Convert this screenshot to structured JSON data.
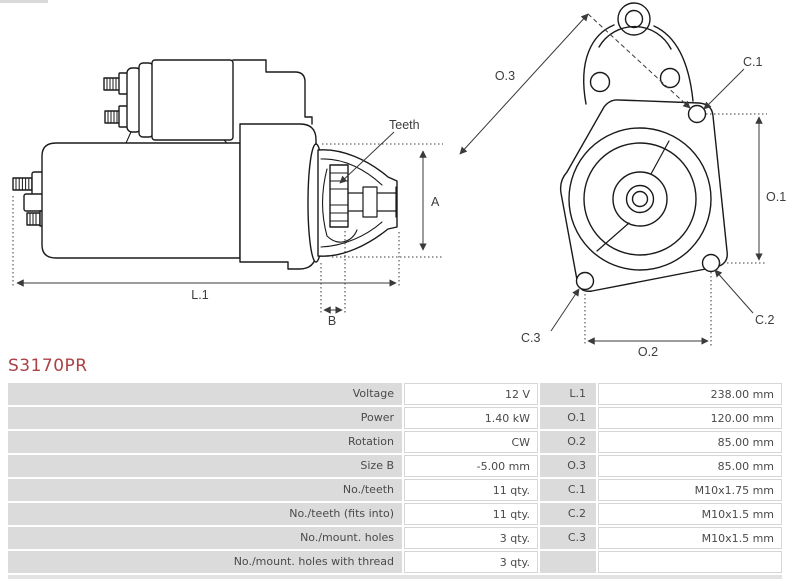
{
  "part_number": "S3170PR",
  "colors": {
    "part_number_red": "#ab4144",
    "table_label_bg": "#dbdbdb",
    "drawing_line": "#1a1a1a"
  },
  "diagram": {
    "side_labels": {
      "teeth": "Teeth",
      "a": "A",
      "b": "B",
      "l1": "L.1"
    },
    "front_labels": {
      "o3": "O.3",
      "o1": "O.1",
      "o2": "O.2",
      "c1": "C.1",
      "c2": "C.2",
      "c3": "C.3"
    }
  },
  "table": {
    "rows": [
      {
        "label": "Voltage",
        "value": "12 V",
        "label2": "L.1",
        "value2": "238.00 mm"
      },
      {
        "label": "Power",
        "value": "1.40 kW",
        "label2": "O.1",
        "value2": "120.00 mm"
      },
      {
        "label": "Rotation",
        "value": "CW",
        "label2": "O.2",
        "value2": "85.00 mm"
      },
      {
        "label": "Size B",
        "value": "-5.00 mm",
        "label2": "O.3",
        "value2": "85.00 mm"
      },
      {
        "label": "No./teeth",
        "value": "11 qty.",
        "label2": "C.1",
        "value2": "M10x1.75 mm"
      },
      {
        "label": "No./teeth (fits into)",
        "value": "11 qty.",
        "label2": "C.2",
        "value2": "M10x1.5 mm"
      },
      {
        "label": "No./mount. holes",
        "value": "3 qty.",
        "label2": "C.3",
        "value2": "M10x1.5 mm"
      },
      {
        "label": "No./mount. holes with thread",
        "value": "3 qty.",
        "label2": "",
        "value2": ""
      }
    ]
  }
}
